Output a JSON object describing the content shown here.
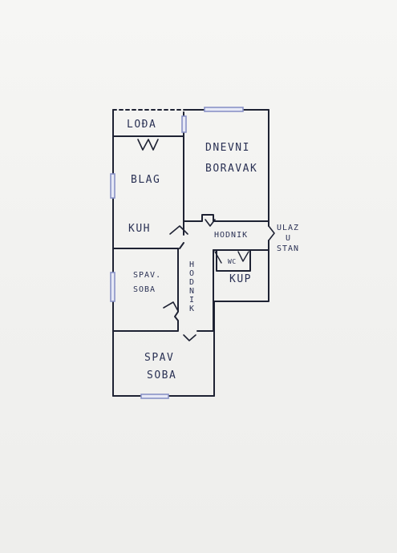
{
  "rooms": {
    "loda": "LOĐA",
    "dnevni": "DNEVNI",
    "boravak": "BORAVAK",
    "blag": "BLAG",
    "kuh": "KUH",
    "hodnik_h": "HODNIK",
    "hodnik_v": "HODNIK",
    "ulaz": "ULAZ",
    "u": "U",
    "stan": "STAN",
    "wc": "WC",
    "kup": "KUP",
    "spav1_a": "SPAV.",
    "spav1_b": "SOBA",
    "spav2_a": "SPAV",
    "spav2_b": "SOBA"
  },
  "colors": {
    "ink": "#1e2233",
    "window": "#8a93c7",
    "label": "#2a3154"
  },
  "icons": {
    "window": "window-icon",
    "door": "door-icon"
  }
}
